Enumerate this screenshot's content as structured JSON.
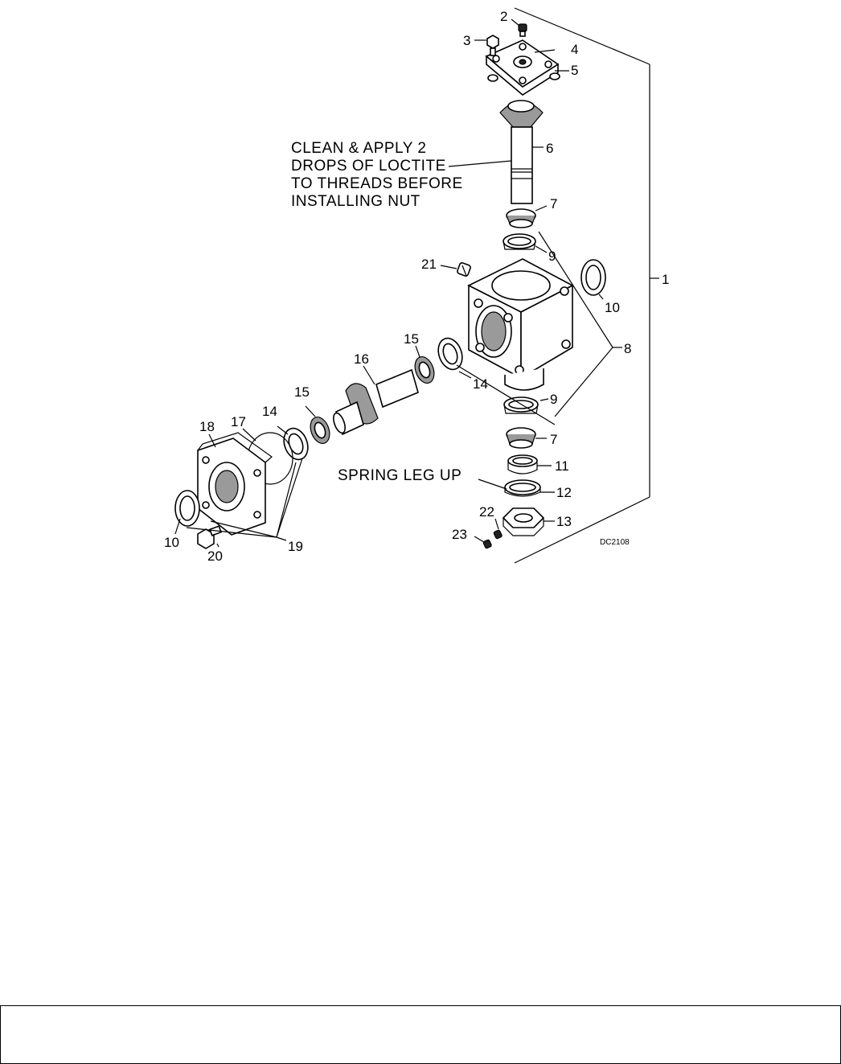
{
  "figure": {
    "drawing_code": "DC2108",
    "notes": {
      "loctite": [
        "CLEAN & APPLY 2",
        "DROPS OF LOCTITE",
        "TO THREADS BEFORE",
        "INSTALLING NUT"
      ],
      "spring": "SPRING LEG UP"
    },
    "callouts": {
      "c1": "1",
      "c2": "2",
      "c3": "3",
      "c4": "4",
      "c5": "5",
      "c6": "6",
      "c7a": "7",
      "c7b": "7",
      "c8": "8",
      "c9a": "9",
      "c9b": "9",
      "c10a": "10",
      "c10b": "10",
      "c11": "11",
      "c12": "12",
      "c13": "13",
      "c14a": "14",
      "c14b": "14",
      "c15a": "15",
      "c15b": "15",
      "c16": "16",
      "c17": "17",
      "c18": "18",
      "c19": "19",
      "c20": "20",
      "c21": "21",
      "c22": "22",
      "c23": "23"
    }
  },
  "footer": {
    "text": ""
  }
}
